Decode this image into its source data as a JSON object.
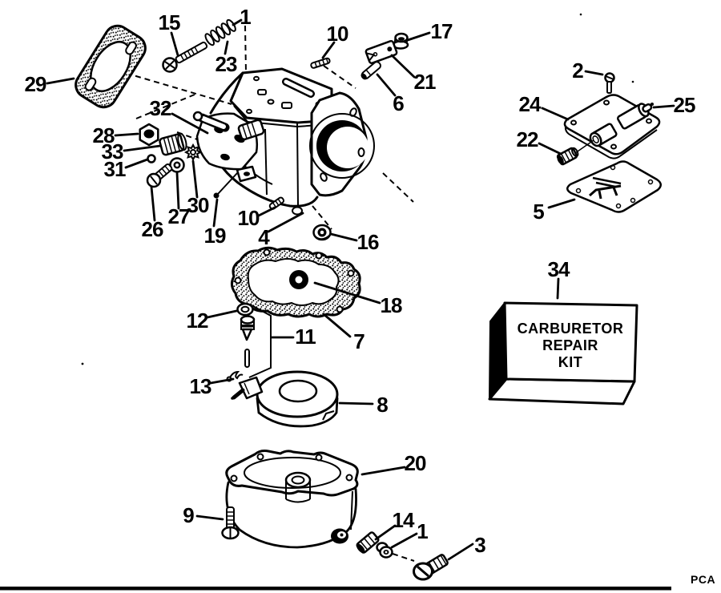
{
  "page": {
    "background": "#ffffff",
    "ink_color": "#000000"
  },
  "callouts": [
    {
      "label": "15"
    },
    {
      "label": "23"
    },
    {
      "label": "1"
    },
    {
      "label": "10"
    },
    {
      "label": "17"
    },
    {
      "label": "21"
    },
    {
      "label": "6"
    },
    {
      "label": "2"
    },
    {
      "label": "24"
    },
    {
      "label": "25"
    },
    {
      "label": "22"
    },
    {
      "label": "5"
    },
    {
      "label": "29"
    },
    {
      "label": "32"
    },
    {
      "label": "28"
    },
    {
      "label": "33"
    },
    {
      "label": "31"
    },
    {
      "label": "26"
    },
    {
      "label": "27"
    },
    {
      "label": "30"
    },
    {
      "label": "19"
    },
    {
      "label": "10"
    },
    {
      "label": "4"
    },
    {
      "label": "16"
    },
    {
      "label": "18"
    },
    {
      "label": "7"
    },
    {
      "label": "12"
    },
    {
      "label": "11"
    },
    {
      "label": "13"
    },
    {
      "label": "8"
    },
    {
      "label": "20"
    },
    {
      "label": "9"
    },
    {
      "label": "14"
    },
    {
      "label": "1"
    },
    {
      "label": "3"
    },
    {
      "label": "34"
    }
  ],
  "kit_box": {
    "callout": "34",
    "lines": [
      "CARBURETOR",
      "REPAIR",
      "KIT"
    ]
  },
  "footer": {
    "code": "PCA"
  }
}
